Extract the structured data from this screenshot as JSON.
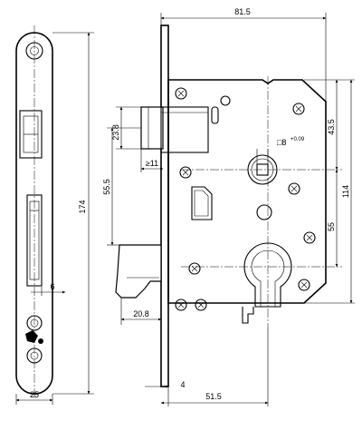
{
  "dimensions": {
    "width_top": "81.5",
    "backset": "51.5",
    "faceplate_offset": "4",
    "faceplate_width": "25",
    "faceplate_length": "174",
    "faceplate_slot": "6",
    "latch_height": "23.8",
    "latch_throw": "≥11",
    "handle_to_latch": "55.5",
    "lever_extension": "20.8",
    "follower_square": "□8",
    "follower_tolerance": "+0.09",
    "right_top": "43.5",
    "right_total": "114",
    "right_bottom": "55"
  }
}
